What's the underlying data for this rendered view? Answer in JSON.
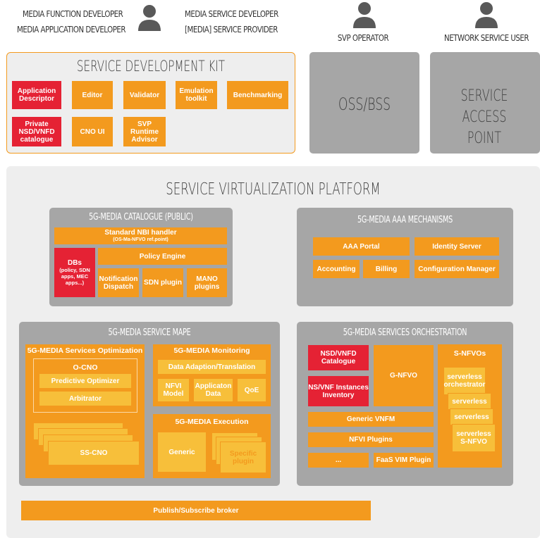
{
  "actors": {
    "developer_left_1": "MEDIA FUNCTION DEVELOPER",
    "developer_left_2": "MEDIA APPLICATION DEVELOPER",
    "developer_right_1": "MEDIA SERVICE DEVELOPER",
    "developer_right_2": "[MEDIA] SERVICE PROVIDER",
    "svp_operator": "SVP OPERATOR",
    "network_service_user": "NETWORK SERVICE USER"
  },
  "sdk": {
    "title": "SERVICE DEVELOPMENT KIT",
    "application_descriptor": "Application Descriptor",
    "editor": "Editor",
    "validator": "Validator",
    "emulation_toolkit": "Emulation toolkit",
    "benchmarking": "Benchmarking",
    "private_catalogue": "Private NSD/VNFD catalogue",
    "cno_ui": "CNO UI",
    "svp_runtime_advisor": "SVP Runtime Advisor"
  },
  "oss_bss": "OSS/BSS",
  "service_access_point": "SERVICE ACCESS POINT",
  "svp": {
    "title": "SERVICE VIRTUALIZATION PLATFORM",
    "catalogue": {
      "title": "5G-MEDIA CATALOGUE (PUBLIC)",
      "nbi_handler": "Standard NBI handler",
      "nbi_ref": "(OS-Ma-NFVO ref.point)",
      "dbs_title": "DBs",
      "dbs_detail": "(policy, SDN apps, MEC apps...)",
      "policy_engine": "Policy Engine",
      "notification_dispatch": "Notification Dispatch",
      "sdn_plugin": "SDN plugin",
      "mano_plugins": "MANO plugins"
    },
    "aaa": {
      "title": "5G-MEDIA AAA MECHANISMS",
      "aaa_portal": "AAA Portal",
      "identity_server": "Identity Server",
      "accounting": "Accounting",
      "billing": "Billing",
      "configuration_manager": "Configuration Manager"
    },
    "mape": {
      "title": "5G-MEDIA SERVICE MAPE",
      "optimization_title": "5G-MEDIA Services Optimization",
      "ocno": "O-CNO",
      "predictive_optimizer": "Predictive Optimizer",
      "arbitrator": "Arbitrator",
      "sscno": "SS-CNO",
      "monitoring_title": "5G-MEDIA Monitoring",
      "data_adaption": "Data Adaption/Translation",
      "nfvi_model": "NFVI Model",
      "application_data": "Applicaton Data",
      "qoe": "QoE",
      "execution_title": "5G-MEDIA Execution",
      "generic": "Generic",
      "specific_plugin": "Specific plugin"
    },
    "orchestration": {
      "title": "5G-MEDIA SERVICES ORCHESTRATION",
      "nsd_vnfd_catalogue": "NSD/VNFD Catalogue",
      "ns_vnf_inventory": "NS/VNF Instances Inventory",
      "gnfvo": "G-NFVO",
      "snfvos": "S-NFVOs",
      "serverless_orchestrator": "serverless orchestrator",
      "serverless_1": "serverless",
      "serverless_2": "serverless",
      "serverless_snfvo": "serverless S-NFVO",
      "generic_vnfm": "Generic VNFM",
      "nfvi_plugins": "NFVI Plugins",
      "ellipsis": "...",
      "faas_vim_plugin": "FaaS VIM Plugin"
    },
    "broker": "Publish/Subscribe broker"
  },
  "colors": {
    "orange": "#f39a1e",
    "red": "#e52234",
    "light_orange": "#f7bf3a",
    "grey_panel": "#a6a6a6",
    "light_panel": "#eeeeee",
    "sdk_border": "#f39a1e"
  },
  "icons": [
    "person-icon"
  ]
}
